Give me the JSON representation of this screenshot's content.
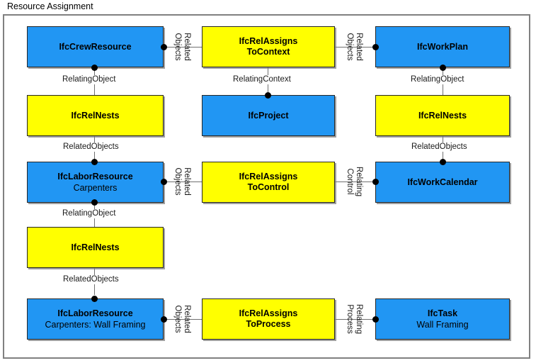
{
  "diagram": {
    "title": "Resource Assignment",
    "colors": {
      "entity_fill": "#2196f3",
      "relationship_fill": "#ffff00",
      "border": "#262626",
      "connector": "#707070",
      "frame": "#808080"
    }
  },
  "nodes": {
    "crew_resource": {
      "title": "IfcCrewResource",
      "sub": ""
    },
    "rel_assigns_to_context": {
      "title_line1": "IfcRelAssigns",
      "title_line2": "ToContext"
    },
    "work_plan": {
      "title": "IfcWorkPlan",
      "sub": ""
    },
    "rel_nests_left_1": {
      "title": "IfcRelNests",
      "sub": ""
    },
    "project": {
      "title": "IfcProject",
      "sub": ""
    },
    "rel_nests_right_1": {
      "title": "IfcRelNests",
      "sub": ""
    },
    "labor_resource_1": {
      "title": "IfcLaborResource",
      "sub": "Carpenters"
    },
    "rel_assigns_to_control": {
      "title_line1": "IfcRelAssigns",
      "title_line2": "ToControl"
    },
    "work_calendar": {
      "title": "IfcWorkCalendar",
      "sub": ""
    },
    "rel_nests_left_2": {
      "title": "IfcRelNests",
      "sub": ""
    },
    "labor_resource_2": {
      "title": "IfcLaborResource",
      "sub": "Carpenters: Wall Framing"
    },
    "rel_assigns_to_process": {
      "title_line1": "IfcRelAssigns",
      "title_line2": "ToProcess"
    },
    "task": {
      "title": "IfcTask",
      "sub": "Wall Framing"
    }
  },
  "edge_labels": {
    "related_objects_r1_left": {
      "line1": "Related",
      "line2": "Objects"
    },
    "related_objects_r1_right": {
      "line1": "Related",
      "line2": "Objects"
    },
    "relating_object_crew": "RelatingObject",
    "relating_context": "RelatingContext",
    "relating_object_workplan": "RelatingObject",
    "related_objects_left_1": "RelatedObjects",
    "related_objects_right_1": "RelatedObjects",
    "related_objects_r3_left": {
      "line1": "Related",
      "line2": "Objects"
    },
    "relating_control_r3": {
      "line1": "Relating",
      "line2": "Control"
    },
    "relating_object_labor": "RelatingObject",
    "related_objects_left_2": "RelatedObjects",
    "related_objects_r5_left": {
      "line1": "Related",
      "line2": "Objects"
    },
    "relating_process_r5": {
      "line1": "Relating",
      "line2": "Process"
    }
  }
}
